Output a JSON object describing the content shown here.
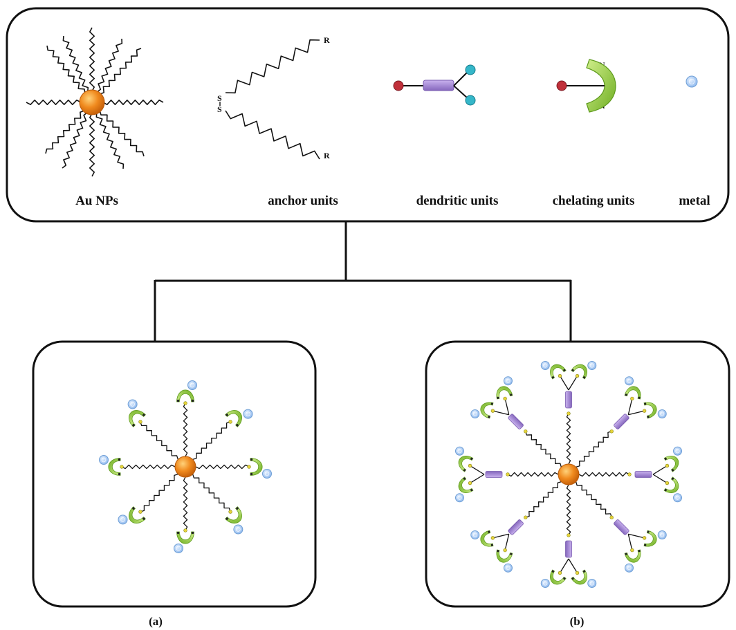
{
  "legend": {
    "items": [
      {
        "key": "au_nps",
        "label": "Au NPs"
      },
      {
        "key": "anchor",
        "label": "anchor units"
      },
      {
        "key": "dendritic",
        "label": "dendritic units"
      },
      {
        "key": "chelating",
        "label": "chelating units"
      },
      {
        "key": "metal",
        "label": "metal"
      }
    ],
    "anchor_atoms": {
      "s1": "S",
      "s2": "S",
      "r1": "R",
      "r2": "R"
    },
    "chelating_atoms": {
      "n1": "N",
      "n2": "N"
    }
  },
  "panels": {
    "a": {
      "caption": "(a)"
    },
    "b": {
      "caption": "(b)"
    }
  },
  "colors": {
    "gold": "#f08a1e",
    "gold_light": "#ffd27a",
    "metal": "#9cc4f2",
    "metal_edge": "#6f9fd6",
    "chelate": "#9ccf3c",
    "chelate_dark": "#5d9a1c",
    "dendritic": "#a98ad6",
    "dendritic_dark": "#7a5cb0",
    "anchor_end": "#c0303a",
    "branch_end": "#35b7c9",
    "ink": "#111111"
  },
  "icons": [
    "gold-nanoparticle-icon",
    "metal-ion-icon",
    "chelating-unit-icon",
    "dendritic-unit-icon"
  ]
}
